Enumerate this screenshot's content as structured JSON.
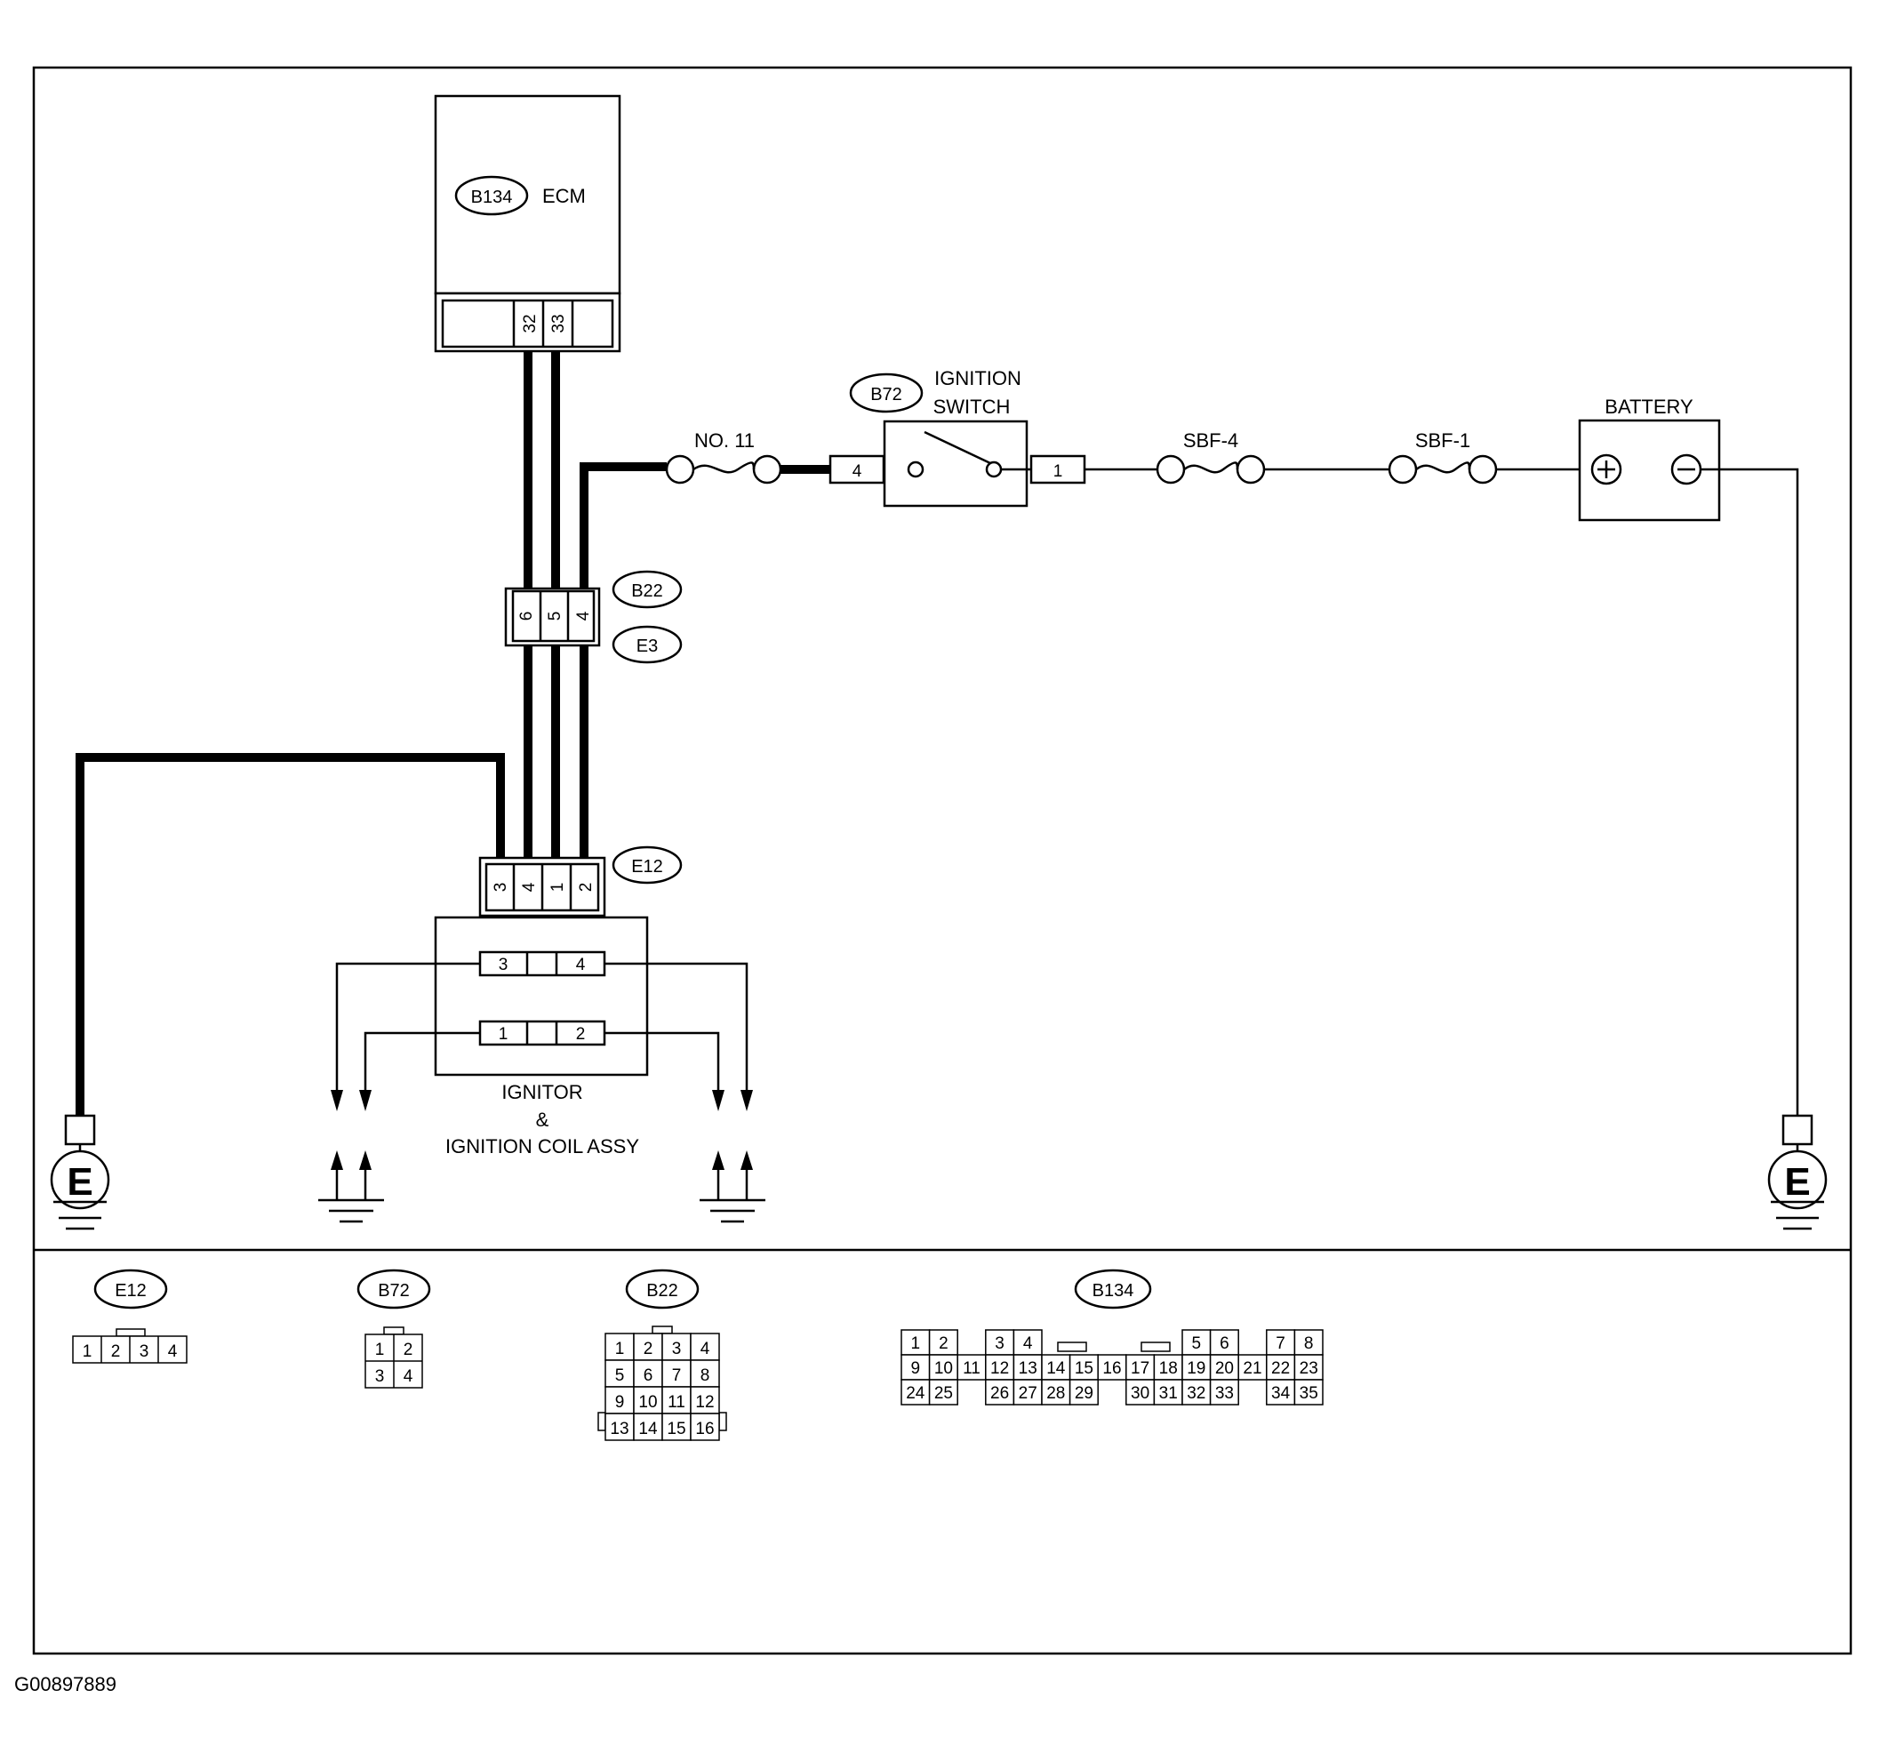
{
  "ecm": {
    "connector": "B134",
    "label": "ECM",
    "pins": [
      "32",
      "33"
    ]
  },
  "ignition_switch": {
    "connector": "B72",
    "label_line1": "IGNITION",
    "label_line2": "SWITCH",
    "pin_in": "4",
    "pin_out": "1"
  },
  "fuses": {
    "no11": "NO. 11",
    "sbf4": "SBF-4",
    "sbf1": "SBF-1"
  },
  "battery": {
    "label": "BATTERY",
    "plus": "+",
    "minus": "−"
  },
  "joint": {
    "connector_top": "B22",
    "connector_bottom": "E3",
    "pins": [
      "6",
      "5",
      "4"
    ]
  },
  "ignitor_connector": {
    "connector": "E12",
    "pins": [
      "3",
      "4",
      "1",
      "2"
    ]
  },
  "ignitor": {
    "label_line1": "IGNITOR",
    "label_line2": "&",
    "label_line3": "IGNITION COIL ASSY",
    "coil_upper": [
      "3",
      "4"
    ],
    "coil_lower": [
      "1",
      "2"
    ]
  },
  "ground_symbol": "E",
  "connector_views": {
    "e12": {
      "name": "E12",
      "pins": [
        "1",
        "2",
        "3",
        "4"
      ]
    },
    "b72": {
      "name": "B72",
      "pins": [
        "1",
        "2",
        "3",
        "4"
      ]
    },
    "b22": {
      "name": "B22",
      "pins": [
        "1",
        "2",
        "3",
        "4",
        "5",
        "6",
        "7",
        "8",
        "9",
        "10",
        "11",
        "12",
        "13",
        "14",
        "15",
        "16"
      ]
    },
    "b134": {
      "name": "B134",
      "row1": [
        "1",
        "2",
        "",
        "3",
        "4",
        "",
        "",
        "",
        "",
        "",
        "5",
        "6",
        "",
        "7",
        "8"
      ],
      "row2": [
        "9",
        "10",
        "11",
        "12",
        "13",
        "14",
        "15",
        "16",
        "17",
        "18",
        "19",
        "20",
        "21",
        "22",
        "23"
      ],
      "row3": [
        "24",
        "25",
        "",
        "26",
        "27",
        "28",
        "29",
        "",
        "30",
        "31",
        "32",
        "33",
        "",
        "34",
        "35"
      ]
    }
  },
  "figure_id": "G00897889"
}
